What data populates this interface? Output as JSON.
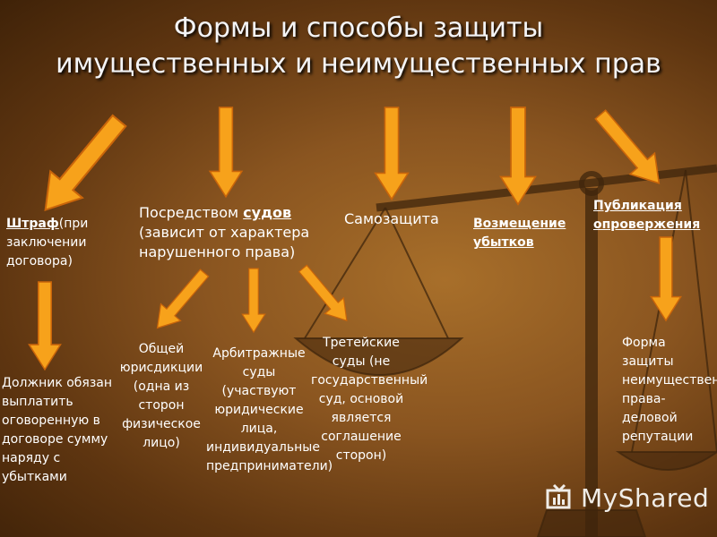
{
  "title": {
    "line1": "Формы и способы защиты",
    "line2": "имущественных и неимущественных прав"
  },
  "branches": {
    "fine": {
      "term": "Штраф",
      "note": "(при заключении договора)",
      "detail": "Должник обязан выплатить оговоренную в договоре сумму наряду с убытками"
    },
    "courts": {
      "prefix": "Посредством ",
      "term": "судов",
      "note": "(зависит от характера нарушенного права)",
      "general": "Общей юрисдикции (одна из сторон физическое лицо)",
      "arbitration": "Арбитражные суды (участвуют юридические лица, индивидуальные предприниматели)",
      "treteyskie": "Третейские суды (не государственный суд, основой является соглашение сторон)"
    },
    "self_defense": {
      "label": "Самозащита"
    },
    "damages": {
      "label": "Возмещение убытков"
    },
    "publication": {
      "label": "Публикация опровержения",
      "detail": "Форма защиты неимущественного права- деловой репутации"
    }
  },
  "logo": {
    "text": "MyShared"
  },
  "colors": {
    "arrow": "#f7a21b",
    "arrow_edge": "#c9650a",
    "scales": "#3f250c"
  }
}
